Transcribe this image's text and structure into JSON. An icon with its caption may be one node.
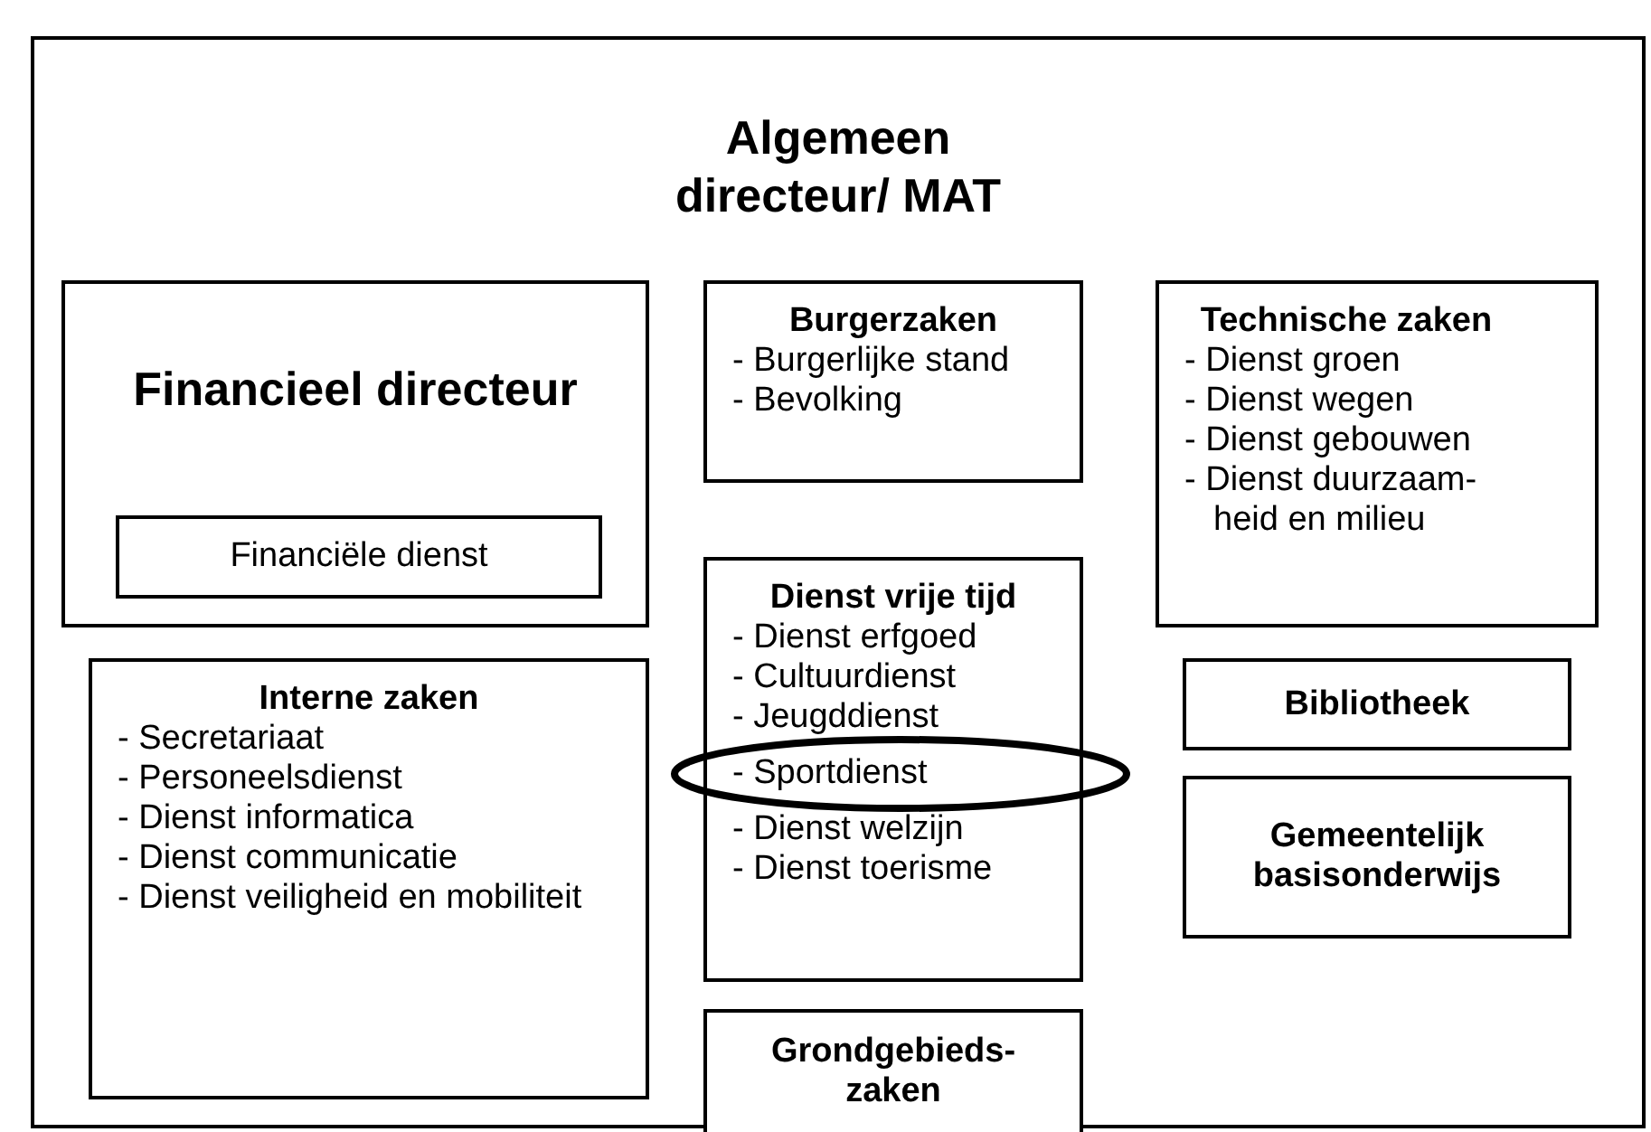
{
  "diagram": {
    "nodes": [
      {
        "text": [
          "Algemeen directeur/ MAT"
        ]
      },
      {
        "text": [
          "Financieel directeur"
        ],
        "in": 0
      },
      {
        "text": [
          "Financiële dienst"
        ],
        "in": 1
      },
      {
        "text": [
          "Burgerzaken",
          "- Burgerlijke stand",
          "- Bevolking"
        ],
        "in": 0
      },
      {
        "text": [
          "Technische zaken",
          "- Dienst groen",
          "- Dienst wegen",
          "- Dienst gebouwen",
          "- Dienst duurzaam- heid en milieu"
        ],
        "in": 0
      },
      {
        "text": [
          "Interne zaken",
          "- Secretariaat",
          "- Personeelsdienst",
          "- Dienst informatica",
          "- Dienst communicatie",
          "- Dienst veiligheid en mobiliteit"
        ],
        "in": 0
      },
      {
        "text": [
          "Dienst vrije tijd",
          "- Dienst erfgoed",
          "- Cultuurdienst",
          "- Jeugddienst",
          "- Sportdienst",
          "- Dienst welzijn",
          "- Dienst toerisme"
        ],
        "in": 0
      },
      {
        "text": [
          "Bibliotheek"
        ],
        "in": 0
      },
      {
        "text": [
          "Gemeentelijk basisonderwijs"
        ],
        "in": 0
      },
      {
        "text": [
          "Grondgebieds- zaken"
        ],
        "in": 0
      }
    ],
    "edges": []
  }
}
